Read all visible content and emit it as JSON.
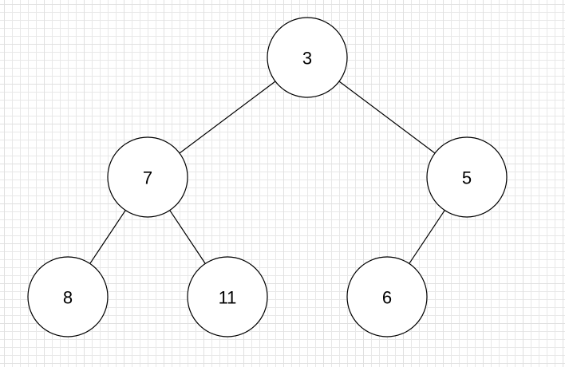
{
  "diagram": {
    "type": "binary-tree",
    "nodes": [
      {
        "id": "n3",
        "label": "3"
      },
      {
        "id": "n7",
        "label": "7"
      },
      {
        "id": "n5",
        "label": "5"
      },
      {
        "id": "n8",
        "label": "8"
      },
      {
        "id": "n11",
        "label": "11"
      },
      {
        "id": "n6",
        "label": "6"
      }
    ],
    "edges": [
      {
        "from": "n3",
        "to": "n7"
      },
      {
        "from": "n3",
        "to": "n5"
      },
      {
        "from": "n7",
        "to": "n8"
      },
      {
        "from": "n7",
        "to": "n11"
      },
      {
        "from": "n5",
        "to": "n6"
      }
    ],
    "colors": {
      "stroke": "#000000",
      "node_fill": "#ffffff",
      "grid": "#e8e8e8"
    }
  }
}
